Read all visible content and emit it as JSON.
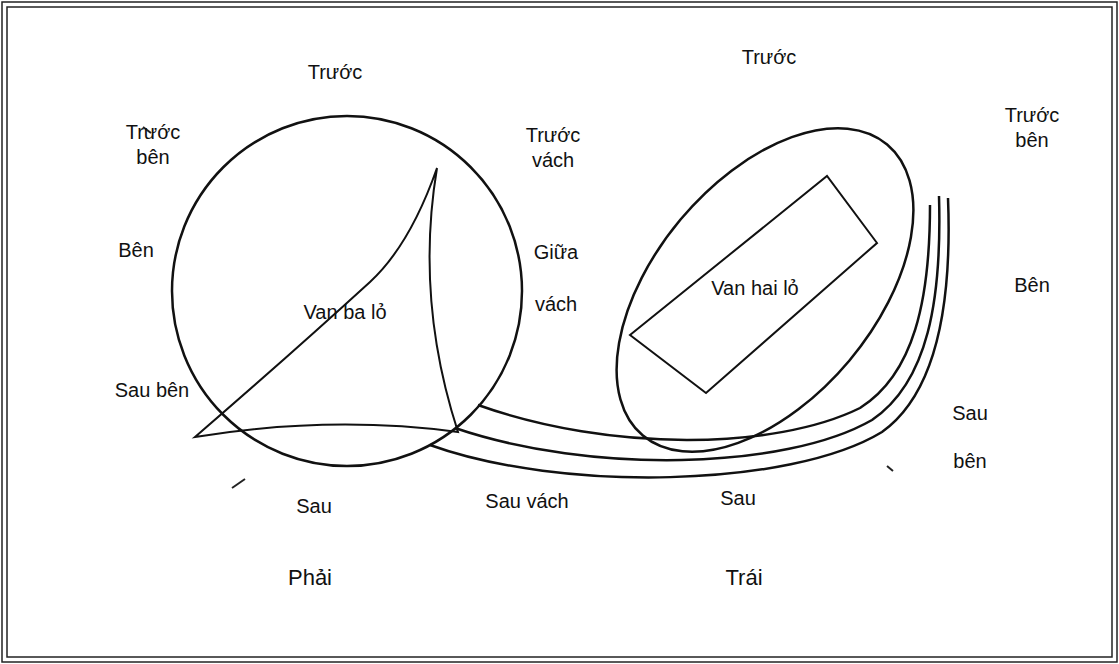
{
  "diagram": {
    "nodes": [
      {
        "text": [
          "Van ba lỏ"
        ]
      },
      {
        "text": [
          "Van hai lỏ"
        ]
      }
    ],
    "labels": [
      "Trước",
      "Trước bên",
      "Bên",
      "Sau bên",
      "Sau",
      "Trước vách",
      "Giữa vách",
      "Sau vách",
      "Trước",
      "Trước bên",
      "Bên",
      "Sau bên",
      "Sau",
      "Phải",
      "Trái"
    ]
  }
}
